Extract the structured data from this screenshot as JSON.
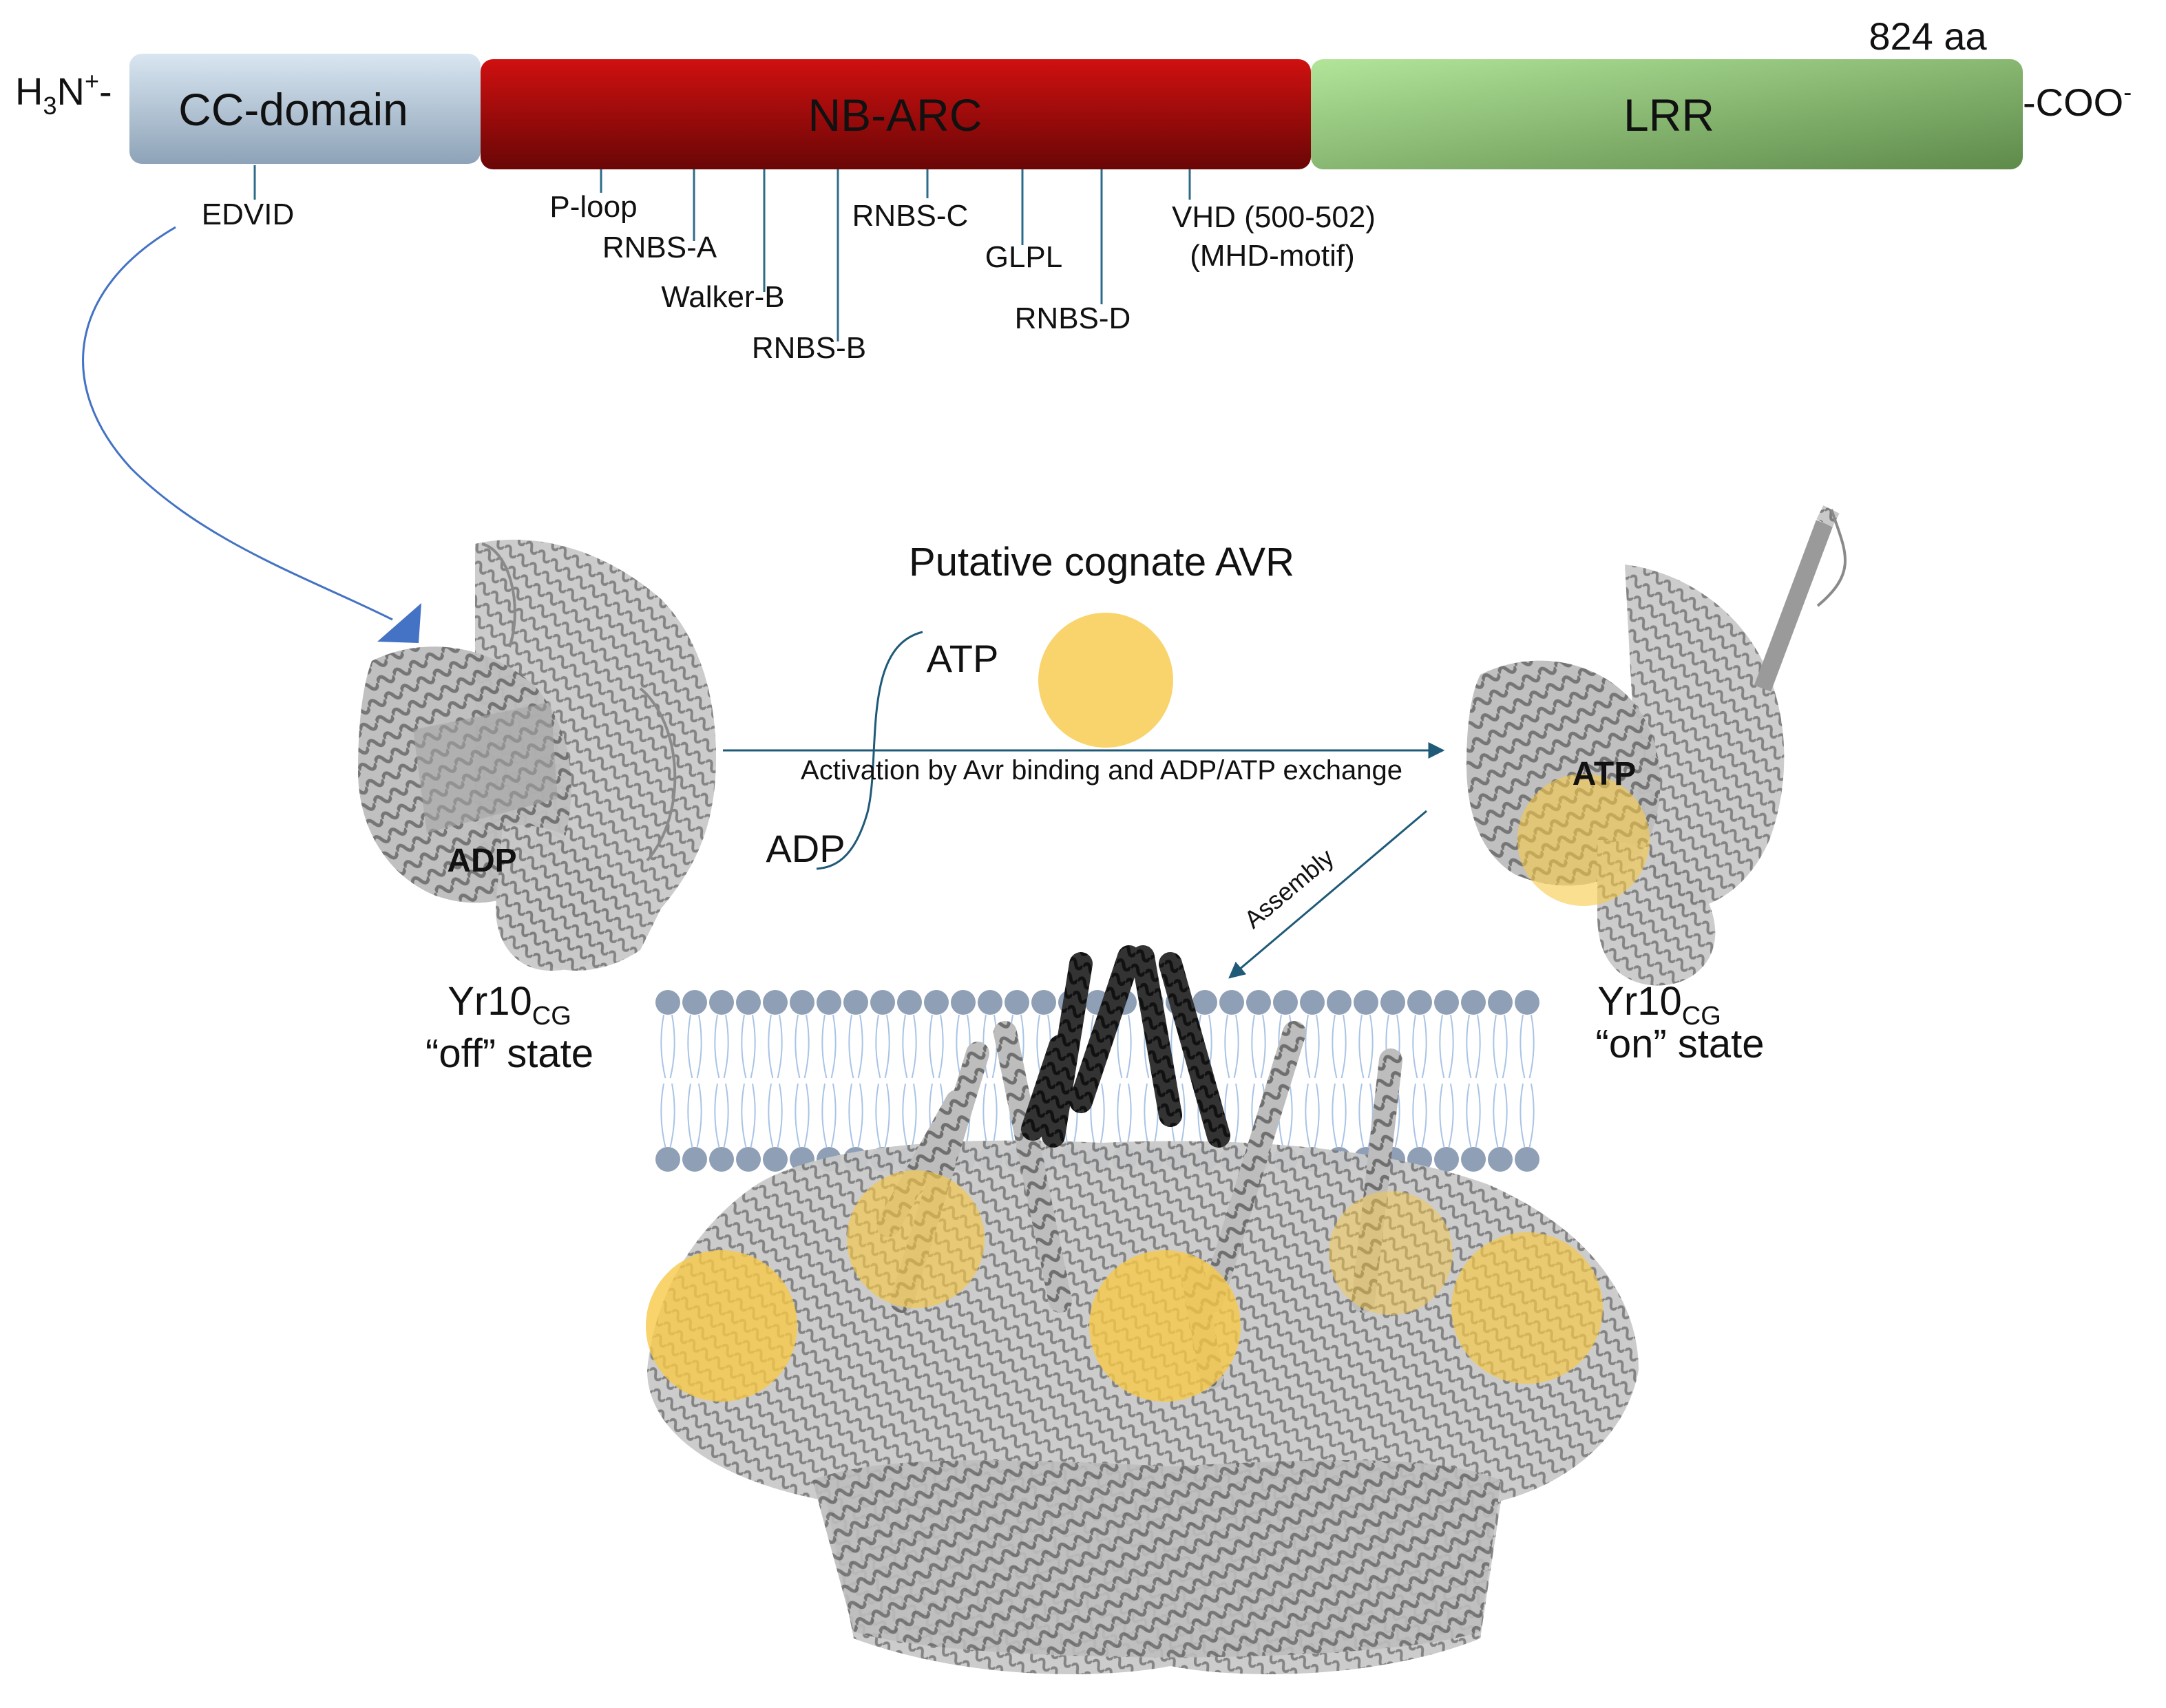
{
  "protein_bar": {
    "n_terminus_base": "H",
    "n_terminus_sub": "3",
    "n_terminus_tail": "N",
    "n_terminus_sup": "+",
    "n_terminus_dash": "-",
    "c_terminus_text": "-COO",
    "c_terminus_sup": "-",
    "length_label": "824 aa",
    "domains": [
      {
        "label": "CC-domain",
        "color_top": "#d9e6f1",
        "color_bottom": "#8ea3b8"
      },
      {
        "label": "NB-ARC",
        "color_top": "#d01010",
        "color_bottom": "#6a0606"
      },
      {
        "label": "LRR",
        "color_top": "#b2e59a",
        "color_bottom": "#5e8a4a"
      }
    ],
    "motifs": [
      "EDVID",
      "P-loop",
      "RNBS-A",
      "Walker-B",
      "RNBS-B",
      "RNBS-C",
      "GLPL",
      "RNBS-D",
      "VHD (500-502)",
      "(MHD-motif)"
    ]
  },
  "mechanism": {
    "avr_title": "Putative cognate AVR",
    "atp_label": "ATP",
    "adp_label": "ADP",
    "activation_label": "Activation  by Avr binding and ADP/ATP exchange",
    "assembly_label": "Assembly",
    "off_state": {
      "nucleotide": "ADP",
      "name_base": "Yr10",
      "name_sub": "CG",
      "state": "“off” state"
    },
    "on_state": {
      "nucleotide": "ATP",
      "name_base": "Yr10",
      "name_sub": "CG",
      "state": "“on” state"
    }
  },
  "colors": {
    "avr_yellow": "#f7c948",
    "arrow_teal": "#1f5a78",
    "arrow_blue": "#4472c4",
    "membrane_head": "#8e9fb6",
    "membrane_tail": "#a9c4e6",
    "protein_gray": "#9a9a9a",
    "funnel_dark": "#1f1f1f"
  },
  "icons": [
    "protein-structure-icon",
    "membrane-bilayer-icon",
    "resistosome-icon"
  ]
}
